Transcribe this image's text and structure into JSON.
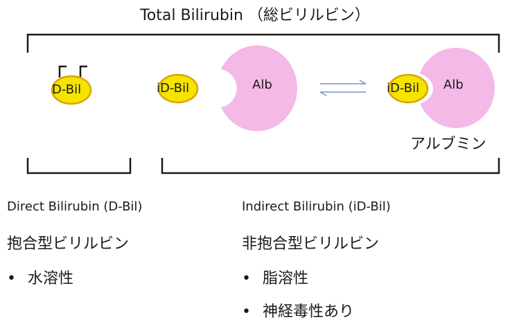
{
  "title": "Total Bilirubin （総ビリルビン）",
  "molecules": {
    "dbil": "D-Bil",
    "idbil_free": "iD-Bil",
    "alb_free": "Alb",
    "idbil_bound": "iD-Bil",
    "alb_bound": "Alb",
    "albumin_label": "アルブミン"
  },
  "direct": {
    "name": "Direct Bilirubin (D-Bil)",
    "jp_name": "抱合型ビリルビン",
    "bullets": [
      "水溶性"
    ]
  },
  "indirect": {
    "name": "Indirect Bilirubin (iD-Bil)",
    "jp_name": "非抱合型ビリルビン",
    "bullets": [
      "脂溶性",
      "神経毒性あり"
    ]
  },
  "colors": {
    "bilirubin_fill": "#f5e400",
    "bilirubin_stroke": "#d9a400",
    "albumin_fill": "#f4b9e6",
    "arrow": "#6e93cc",
    "bracket": "#1a1a1a"
  }
}
